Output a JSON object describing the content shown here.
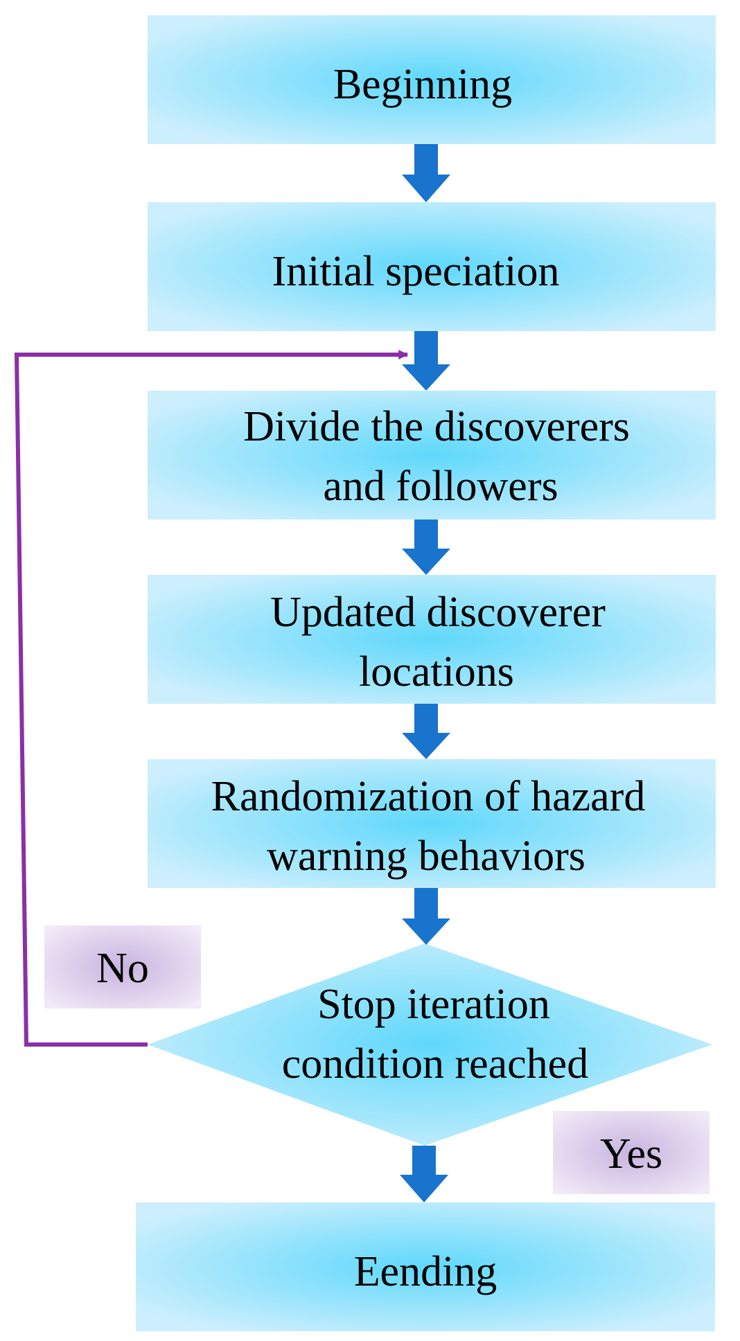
{
  "diagram": {
    "nodes": {
      "beginning": "Beginning",
      "initial": "Initial speciation",
      "divide": [
        "Divide the discoverers",
        "and followers"
      ],
      "update": [
        "Updated discoverer",
        "locations"
      ],
      "random": [
        "Randomization of hazard",
        "warning behaviors"
      ],
      "stop": [
        "Stop iteration",
        "condition reached"
      ],
      "ending": "Eending"
    },
    "labels": {
      "no": "No",
      "yes": "Yes"
    },
    "colors": {
      "box_center": "#5fd8fb",
      "box_edge": "#cdeffd",
      "arrow": "#1874cd",
      "loop_line": "#8b2fa8",
      "label_center": "#c9b4df",
      "label_edge": "#f1eaf7"
    }
  }
}
